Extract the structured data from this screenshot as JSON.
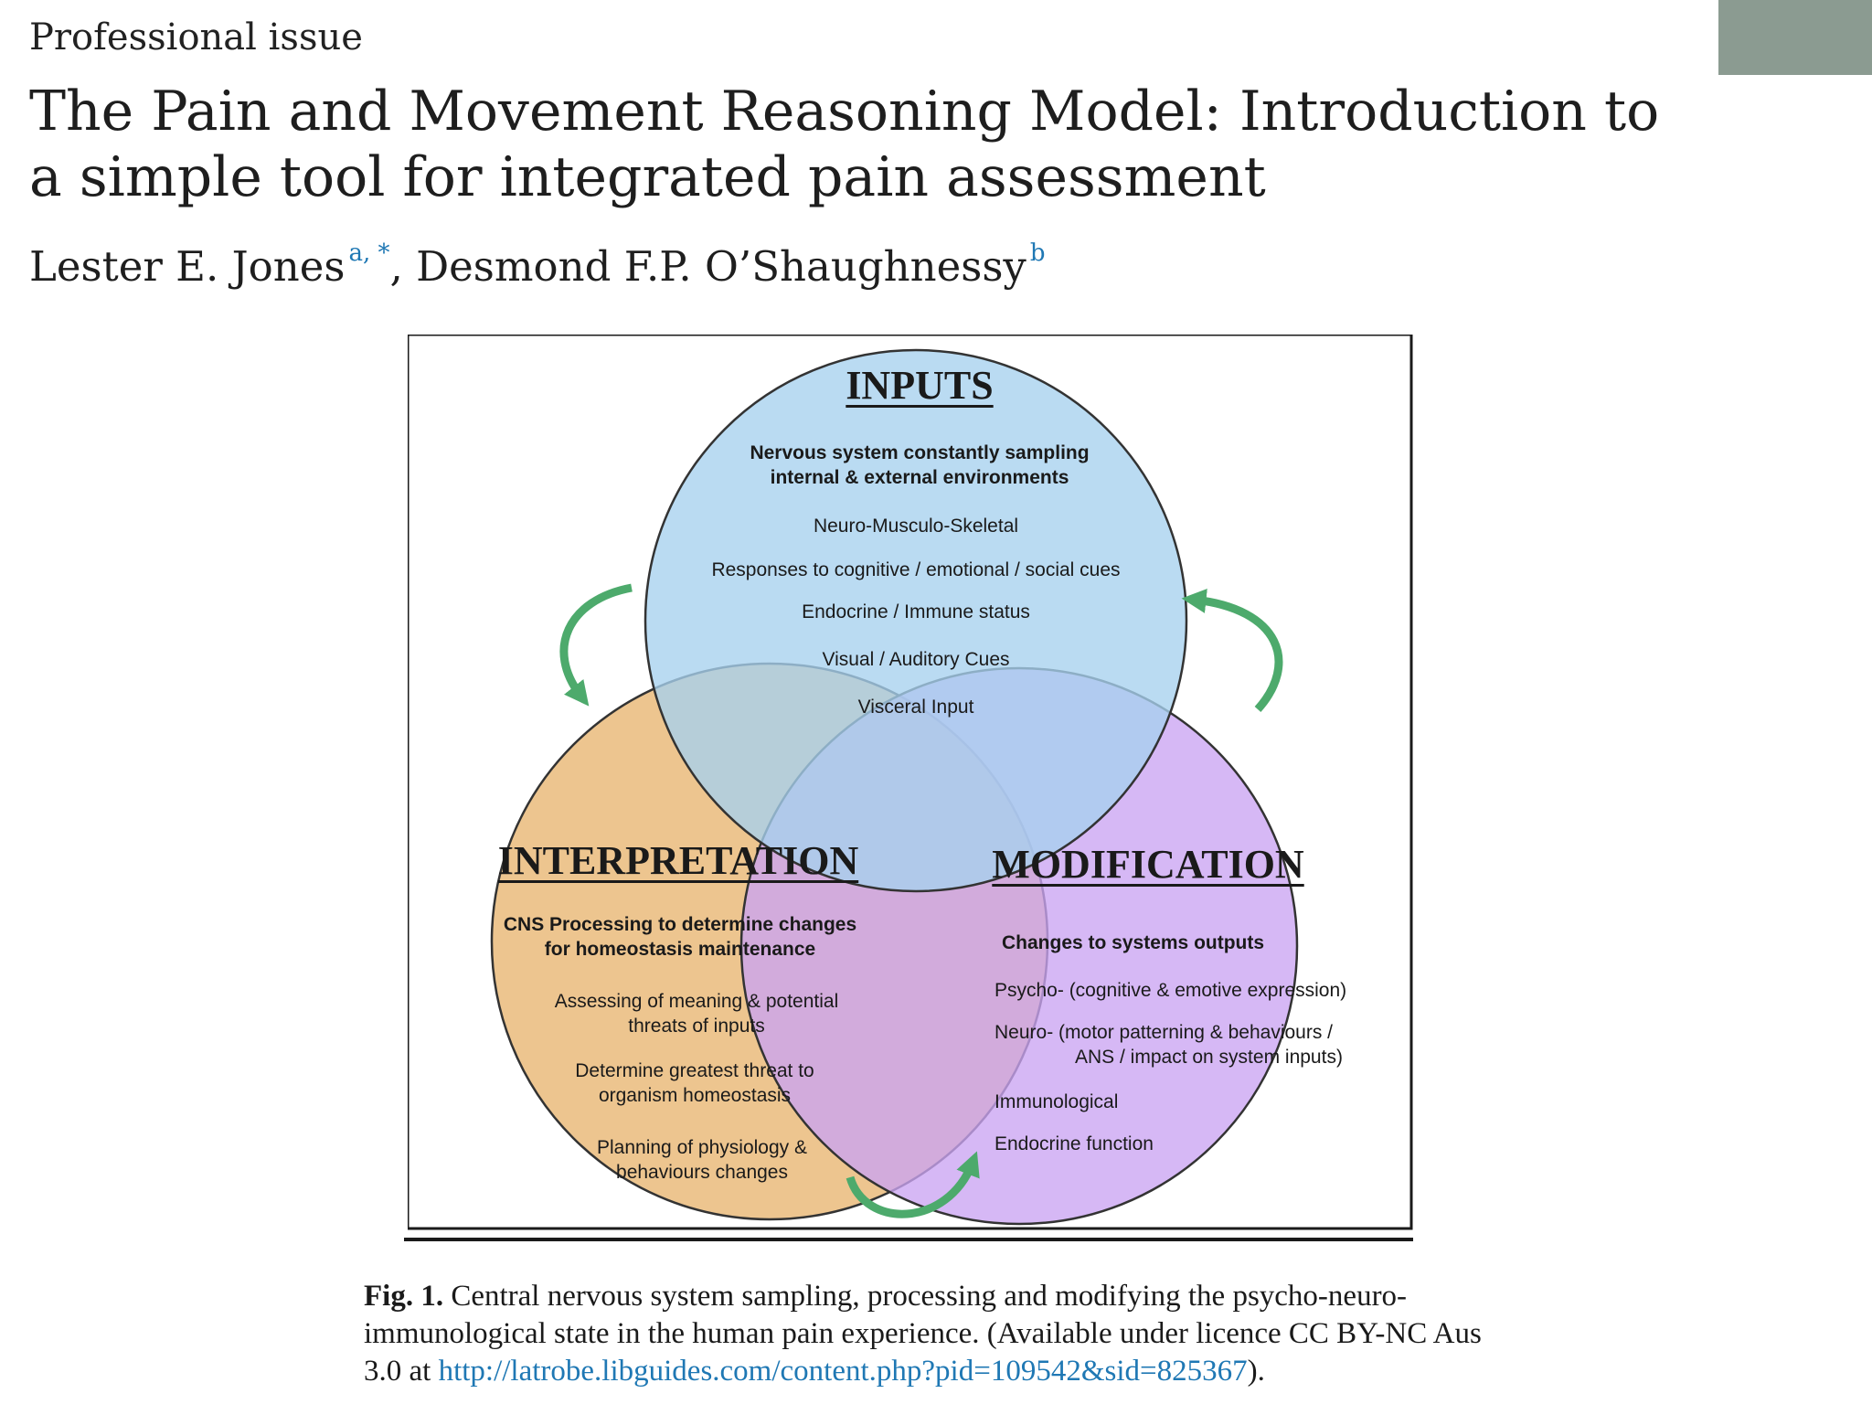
{
  "article": {
    "section": "Professional issue",
    "title": "The Pain and Movement Reasoning Model: Introduction to a simple tool for integrated pain assessment",
    "authors": [
      {
        "name": "Lester E. Jones",
        "sup": "a, *"
      },
      {
        "name": "Desmond F.P. O’Shaughnessy",
        "sup": "b"
      }
    ],
    "author_separator": ", "
  },
  "figure": {
    "colors": {
      "inputs": "#a6d1ee",
      "interpretation": "#e8b56f",
      "modification": "#cba4f2",
      "arrows": "#4daa6c"
    },
    "inputs": {
      "heading": "INPUTS",
      "subheading": [
        "Nervous system constantly sampling",
        "internal & external environments"
      ],
      "items": [
        "Neuro-Musculo-Skeletal",
        "Responses to cognitive / emotional / social cues",
        "Endocrine / Immune status",
        "Visual / Auditory Cues",
        "Visceral Input"
      ]
    },
    "interpretation": {
      "heading": "INTERPRETATION",
      "subheading": [
        "CNS Processing to determine changes",
        "for homeostasis maintenance"
      ],
      "items": [
        [
          "Assessing of meaning & potential",
          "threats of inputs"
        ],
        [
          "Determine greatest threat to",
          "organism homeostasis"
        ],
        [
          "Planning of physiology &",
          "behaviours changes"
        ]
      ]
    },
    "modification": {
      "heading": "MODIFICATION",
      "subheading": "Changes to systems outputs",
      "items": [
        [
          "Psycho-  (cognitive & emotive expression)"
        ],
        [
          "Neuro-  (motor patterning & behaviours /",
          "ANS / impact on system inputs)"
        ],
        [
          "Immunological"
        ],
        [
          "Endocrine function"
        ]
      ]
    }
  },
  "caption": {
    "label": "Fig. 1.",
    "text": " Central nervous system sampling, processing and modifying the psycho-neuro-immunological state in the human pain experience. (Available under licence CC BY-NC Aus 3.0 at ",
    "link": "http://latrobe.libguides.com/content.php?pid=109542&sid=825367",
    "end": ")."
  }
}
